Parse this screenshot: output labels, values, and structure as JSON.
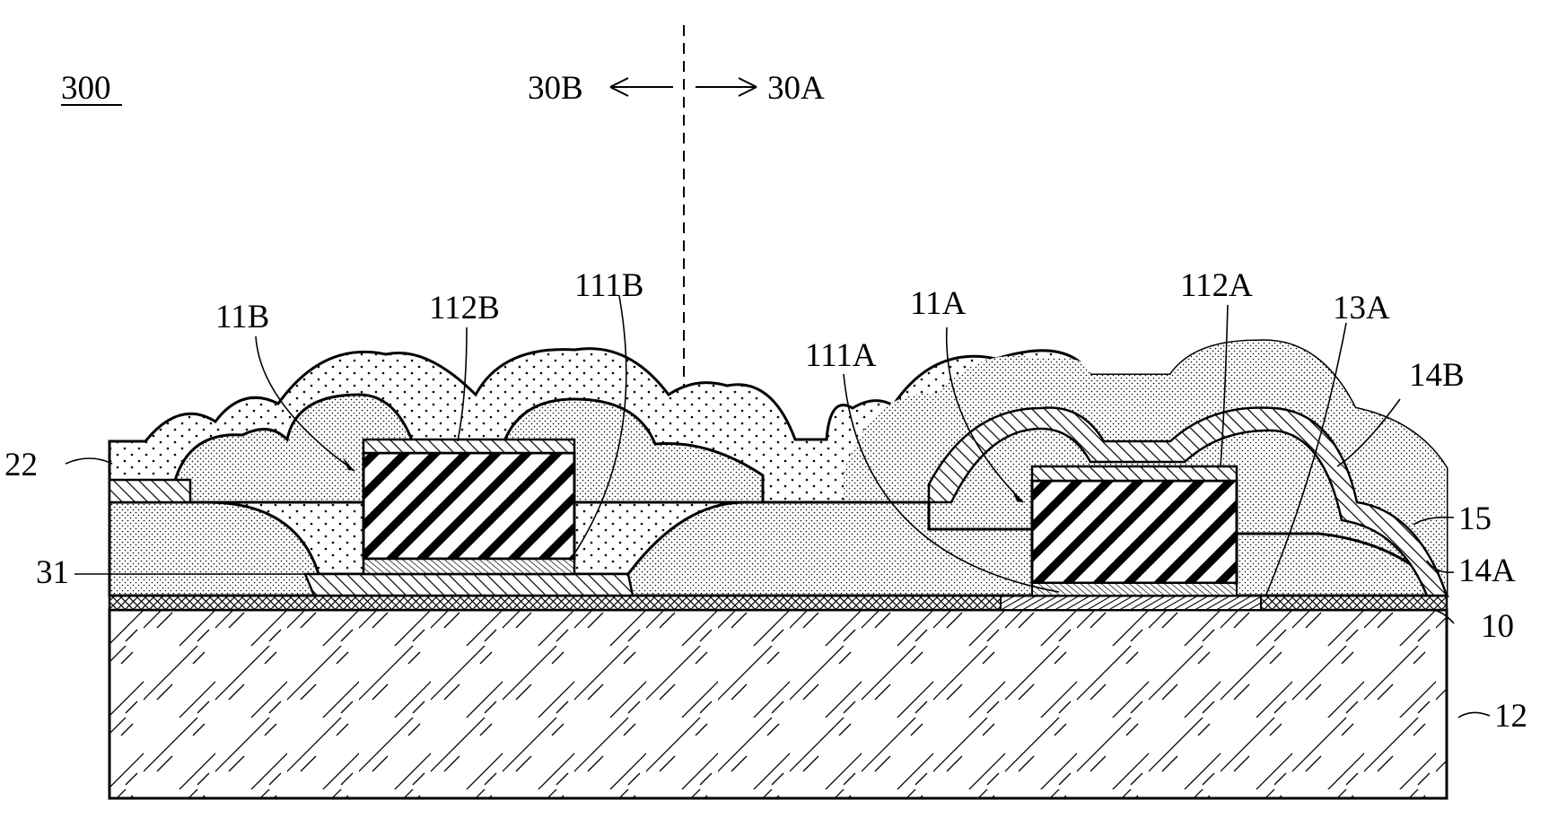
{
  "figure_number": "300",
  "side_labels": {
    "left": "30B",
    "right": "30A"
  },
  "labels": {
    "l22": "22",
    "l31": "31",
    "l11B": "11B",
    "l112B": "112B",
    "l111B": "111B",
    "l111A": "111A",
    "l11A": "11A",
    "l112A": "112A",
    "l13A": "13A",
    "l14B": "14B",
    "l15": "15",
    "l14A": "14A",
    "l10": "10",
    "l12": "12"
  }
}
